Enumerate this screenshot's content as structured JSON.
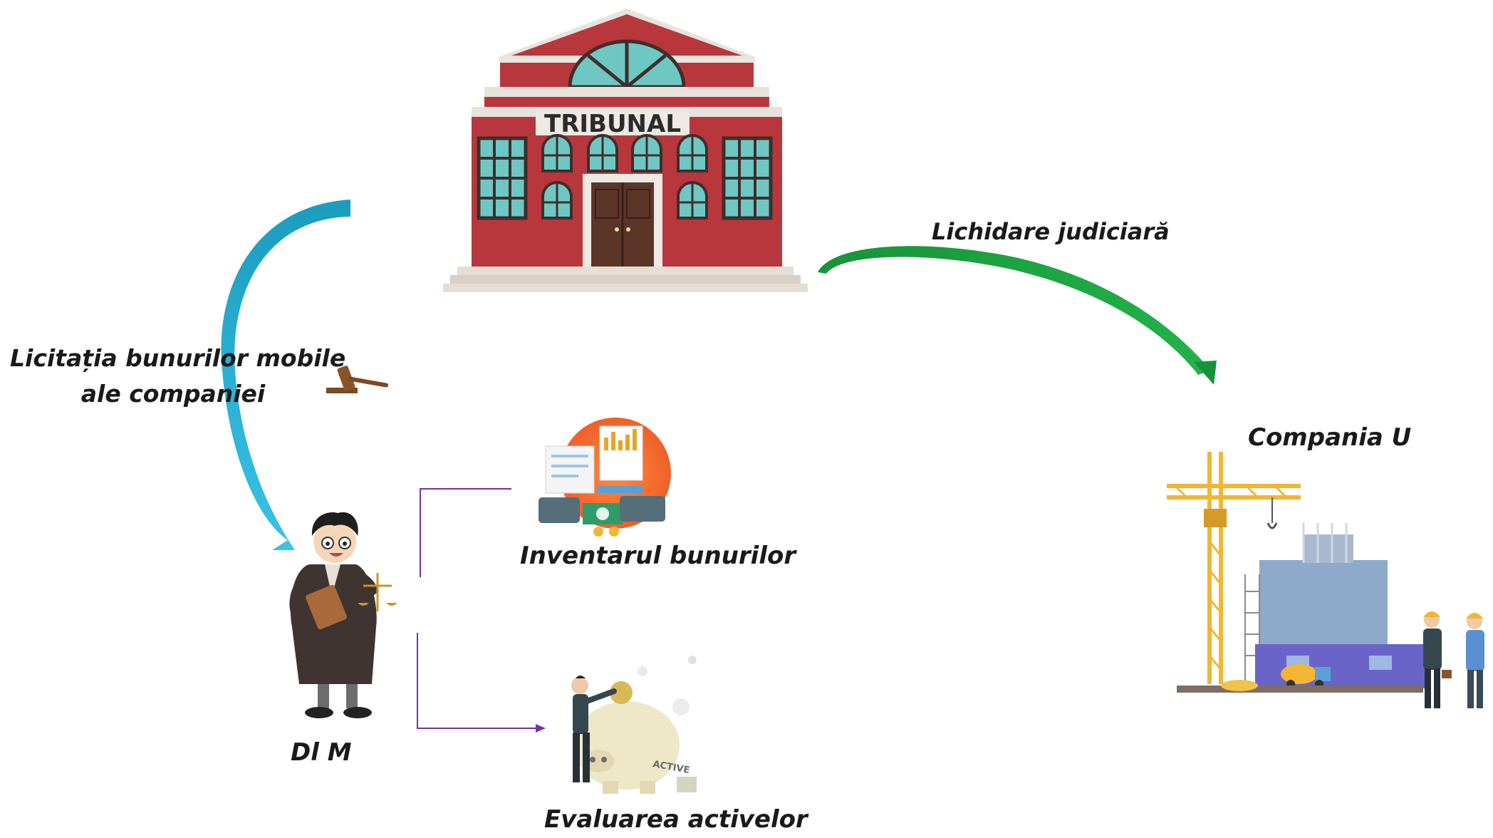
{
  "court": {
    "sign": "TRIBUNAL"
  },
  "flows": {
    "liquidation": "Lichidare judiciară",
    "auction_line1": "Licitația bunurilor mobile",
    "auction_line2": "ale companiei"
  },
  "nodes": {
    "company": "Compania U",
    "person": "Dl M",
    "inventory": "Inventarul bunurilor",
    "evaluation": "Evaluarea activelor"
  },
  "icons": {
    "court": "courthouse-icon",
    "gavel": "gavel-icon",
    "judge": "judge-icon",
    "inventory": "inventory-documents-icon",
    "evaluation": "piggy-bank-icon",
    "company": "construction-site-icon"
  },
  "colors": {
    "auction_arrow": "#1fa6c4",
    "liquidation_arrow": "#17923a",
    "connector": "#7b2fa0",
    "building": "#b8373d",
    "glass": "#6fc7c4"
  }
}
